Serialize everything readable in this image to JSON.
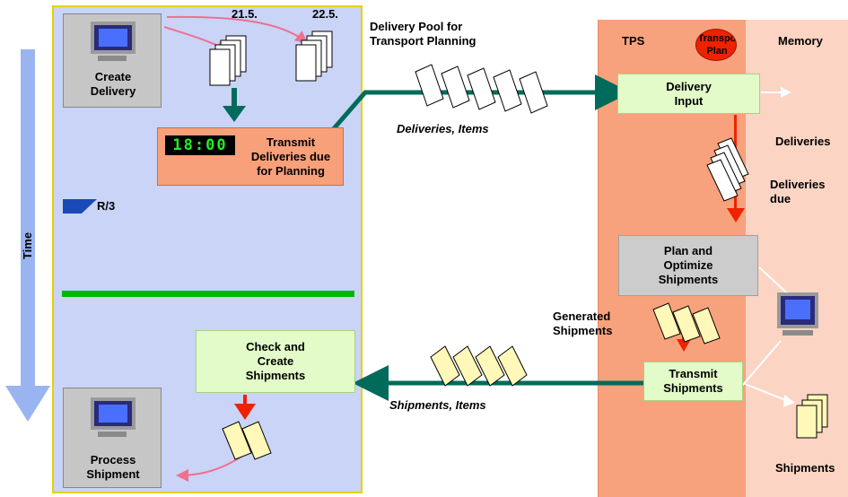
{
  "r3_panel": {
    "dates": [
      "21.5.",
      "22.5."
    ],
    "create_delivery": "Create\nDelivery",
    "transmit_deliveries": "Transmit\nDeliveries due\nfor Planning",
    "clock_display": "18:00",
    "system_label": "R/3",
    "check_create": "Check and\nCreate\nShipments",
    "process_shipment": "Process\nShipment"
  },
  "time_axis": {
    "label": "Time"
  },
  "middle": {
    "pool_label": "Delivery Pool for\nTransport Planning",
    "deliveries_items": "Deliveries, Items",
    "shipments_items": "Shipments, Items"
  },
  "tps_panel": {
    "title": "TPS",
    "badge": "Transpo\nPlan",
    "delivery_input": "Delivery\nInput",
    "plan_optimize": "Plan and\nOptimize\nShipments",
    "generated_shipments": "Generated\nShipments",
    "transmit_shipments": "Transmit\nShipments"
  },
  "memory_panel": {
    "title": "Memory",
    "deliveries": "Deliveries",
    "deliveries_due": "Deliveries\ndue",
    "shipments": "Shipments"
  },
  "colors": {
    "r3_bg": "#c9d4f7",
    "r3_border": "#e6d200",
    "tps_bg": "#f7a27c",
    "memory_bg": "#fbd4c3",
    "green_box": "#e2fbc8",
    "salmon_box": "#f8a07a",
    "teal_arrow": "#006b5a",
    "red_arrow": "#ee2200",
    "pink_arrow": "#f07090",
    "green_bar": "#00b800",
    "time_arrow": "#9ab4f2"
  }
}
